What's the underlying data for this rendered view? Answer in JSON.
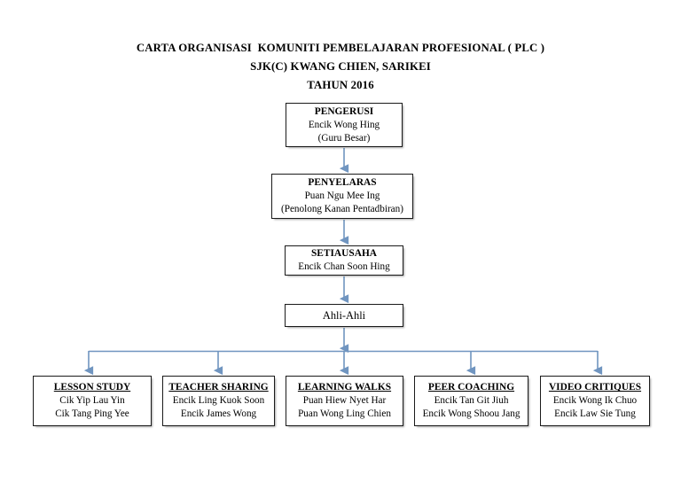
{
  "document": {
    "title_lines": [
      "CARTA ORGANISASI  KOMUNITI PEMBELAJARAN PROFESIONAL ( PLC )",
      "SJK(C) KWANG CHIEN, SARIKEI",
      "TAHUN 2016"
    ]
  },
  "colors": {
    "connector": "#7095c0",
    "box_border": "#1a1a1a",
    "text": "#000000",
    "background": "#ffffff"
  },
  "hierarchy": {
    "pengerusi": {
      "role": "PENGERUSI",
      "name": "Encik Wong Hing",
      "note": "(Guru Besar)"
    },
    "penyelaras": {
      "role": "PENYELARAS",
      "name": "Puan Ngu Mee Ing",
      "note": "(Penolong Kanan Pentadbiran)"
    },
    "setiausaha": {
      "role": "SETIAUSAHA",
      "name": "Encik Chan Soon Hing"
    },
    "ahli": {
      "label": "Ahli-Ahli"
    }
  },
  "committees": [
    {
      "heading": "LESSON STUDY",
      "members": [
        "Cik Yip Lau Yin",
        "Cik Tang Ping Yee"
      ]
    },
    {
      "heading": "TEACHER SHARING",
      "members": [
        "Encik Ling Kuok Soon",
        "Encik James Wong"
      ]
    },
    {
      "heading": "LEARNING WALKS",
      "members": [
        "Puan Hiew Nyet Har",
        "Puan Wong Ling Chien"
      ]
    },
    {
      "heading": "PEER COACHING",
      "members": [
        "Encik Tan Git Jiuh",
        "Encik Wong Shoou Jang"
      ]
    },
    {
      "heading": "VIDEO CRITIQUES",
      "members": [
        "Encik Wong Ik Chuo",
        "Encik Law Sie Tung"
      ]
    }
  ]
}
